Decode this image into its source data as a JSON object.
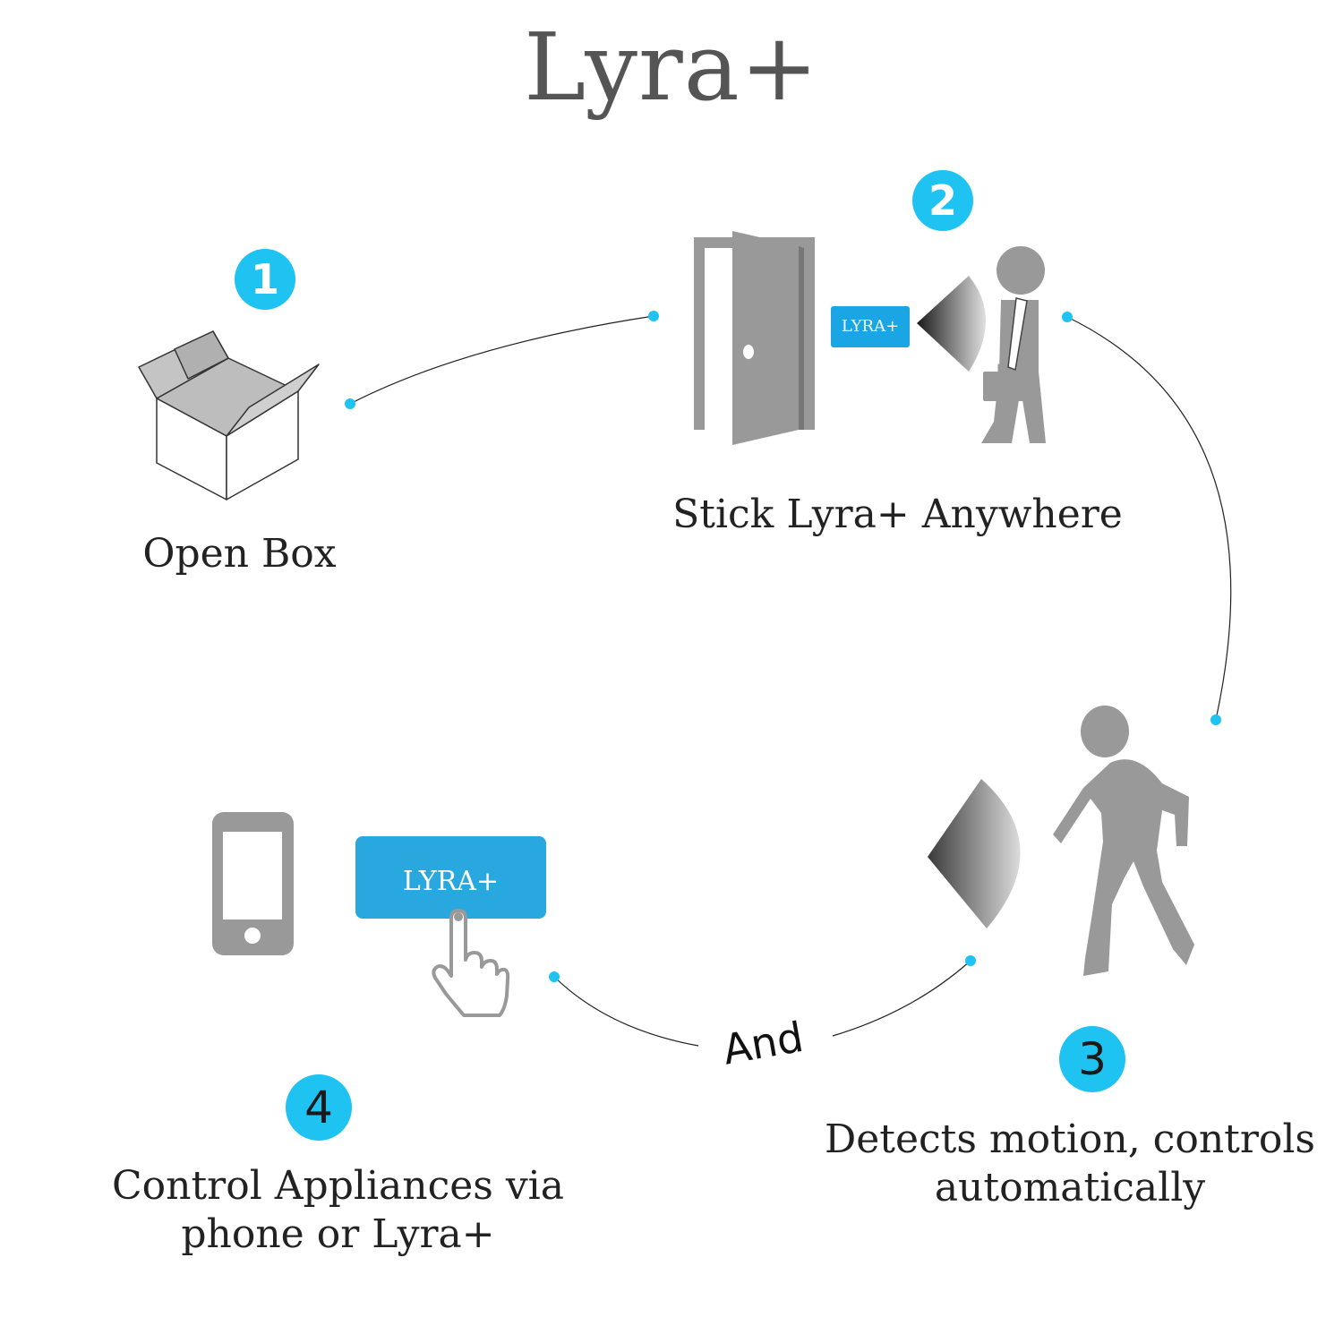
{
  "title": "Lyra+",
  "colors": {
    "accent": "#1ec3f2",
    "tag": "#1aa6e4",
    "figure": "#999999"
  },
  "steps": [
    {
      "number": "1",
      "label": "Open Box",
      "icon": "open-box-icon"
    },
    {
      "number": "2",
      "label": "Stick Lyra+ Anywhere",
      "icon": "door-icon"
    },
    {
      "number": "3",
      "label_line1": "Detects motion, controls",
      "label_line2": "automatically",
      "icon": "walking-person-icon"
    },
    {
      "number": "4",
      "label_line1": "Control Appliances via",
      "label_line2": "phone or Lyra+",
      "icon": "smartphone-icon"
    }
  ],
  "device_tag_small": "LYRA+",
  "device_tag_large": "LYRA+",
  "connector_label": "And"
}
